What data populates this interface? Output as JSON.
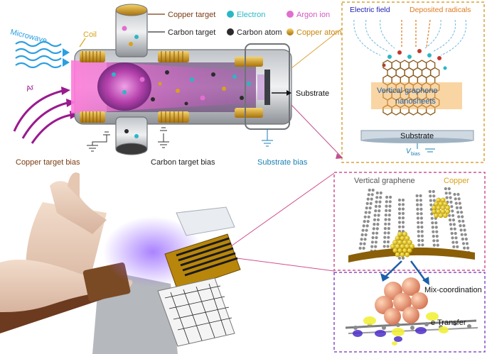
{
  "reactor": {
    "copper_target": "Copper target",
    "carbon_target": "Carbon target",
    "coil": "Coil",
    "microwave": "Microwave",
    "ar": "Ar",
    "substrate": "Substrate",
    "copper_target_bias": "Copper target bias",
    "carbon_target_bias": "Carbon target bias",
    "substrate_bias": "Substrate bias"
  },
  "legend": {
    "electron": "Electron",
    "argon_ion": "Argon ion",
    "carbon_atom": "Carbon atom",
    "copper_atom": "Copper atom"
  },
  "growth_panel": {
    "electric_field": "Electric field",
    "deposited_radicals": "Deposited radicals",
    "vertical_graphene_line1": "Vertical graphene",
    "vertical_graphene_line2": "nanosheets",
    "substrate": "Substrate",
    "v": "V",
    "bias_sub": "bias"
  },
  "structure_panel": {
    "vertical_graphene": "Vertical graphene",
    "copper": "Copper"
  },
  "dft_panel": {
    "mix_coordination": "Mix-coordination",
    "e_transfer": "e  Transfer"
  },
  "colors": {
    "copper": "#d9a21b",
    "carbon": "#2b2b2b",
    "electron": "#2ab7c5",
    "argon": "#e06fd0",
    "plasma": "#b03aa8",
    "panel_border_top": "#d9a43a",
    "panel_border_pink": "#d0508f",
    "panel_border_purple": "#8a4fc9",
    "label_brown": "#7a3a10",
    "label_blue": "#1a7fb5",
    "label_orange": "#e07a20",
    "graphene_blue": "#1b5fa8"
  }
}
